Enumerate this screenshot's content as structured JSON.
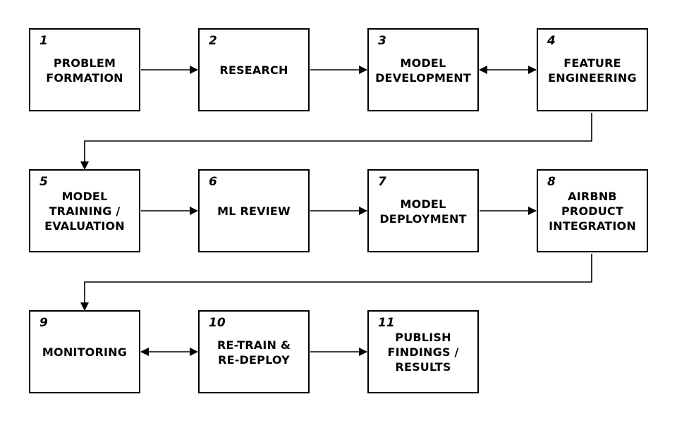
{
  "steps": [
    {
      "number": "1",
      "label": "PROBLEM\nFORMATION"
    },
    {
      "number": "2",
      "label": "RESEARCH"
    },
    {
      "number": "3",
      "label": "MODEL\nDEVELOPMENT"
    },
    {
      "number": "4",
      "label": "FEATURE\nENGINEERING"
    },
    {
      "number": "5",
      "label": "MODEL\nTRAINING /\nEVALUATION"
    },
    {
      "number": "6",
      "label": "ML REVIEW"
    },
    {
      "number": "7",
      "label": "MODEL\nDEPLOYMENT"
    },
    {
      "number": "8",
      "label": "AIRBNB\nPRODUCT\nINTEGRATION"
    },
    {
      "number": "9",
      "label": "MONITORING"
    },
    {
      "number": "10",
      "label": "RE-TRAIN &\nRE-DEPLOY"
    },
    {
      "number": "11",
      "label": "PUBLISH\nFINDINGS /\nRESULTS"
    }
  ],
  "connections": [
    {
      "from": "1",
      "to": "2",
      "direction": "forward"
    },
    {
      "from": "2",
      "to": "3",
      "direction": "forward"
    },
    {
      "from": "3",
      "to": "4",
      "direction": "bidirectional"
    },
    {
      "from": "4",
      "to": "5",
      "direction": "forward"
    },
    {
      "from": "5",
      "to": "6",
      "direction": "forward"
    },
    {
      "from": "6",
      "to": "7",
      "direction": "forward"
    },
    {
      "from": "7",
      "to": "8",
      "direction": "forward"
    },
    {
      "from": "8",
      "to": "9",
      "direction": "forward"
    },
    {
      "from": "9",
      "to": "10",
      "direction": "bidirectional"
    },
    {
      "from": "10",
      "to": "11",
      "direction": "forward"
    }
  ],
  "colors": {
    "line": "#000000",
    "background": "#ffffff"
  }
}
